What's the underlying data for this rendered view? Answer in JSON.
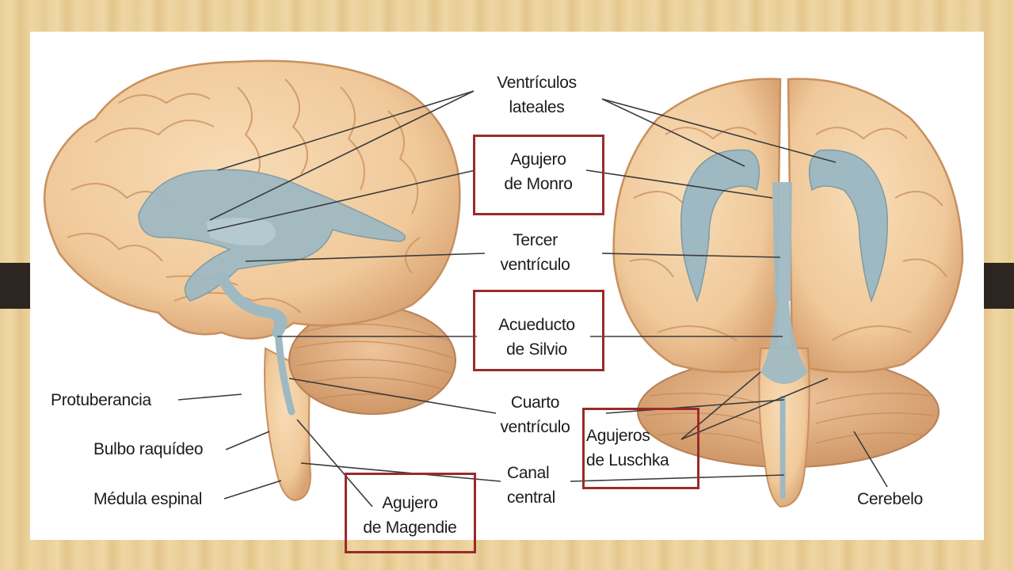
{
  "labels": {
    "ventriculos_laterales": [
      "Ventrículos",
      "lateales"
    ],
    "agujero_monro": [
      "Agujero",
      "de Monro"
    ],
    "tercer_ventriculo": [
      "Tercer",
      "ventrículo"
    ],
    "acueducto_silvio": [
      "Acueducto",
      "de Silvio"
    ],
    "cuarto_ventriculo": [
      "Cuarto",
      "ventrículo"
    ],
    "canal_central": [
      "Canal",
      "central"
    ],
    "agujero_magendie": [
      "Agujero",
      "de Magendie"
    ],
    "agujeros_luschka": [
      "Agujeros",
      "de Luschka"
    ],
    "protuberancia": "Protuberancia",
    "bulbo_raquideo": "Bulbo raquídeo",
    "medula_espinal": "Médula espinal",
    "cerebelo": "Cerebelo"
  },
  "colors": {
    "brain": "#f0c99a",
    "brain_shadow": "#d9a373",
    "ventricle": "#9fb9c2",
    "highlight_box": "#9b2a2a",
    "background_bar": "#2d2620"
  }
}
